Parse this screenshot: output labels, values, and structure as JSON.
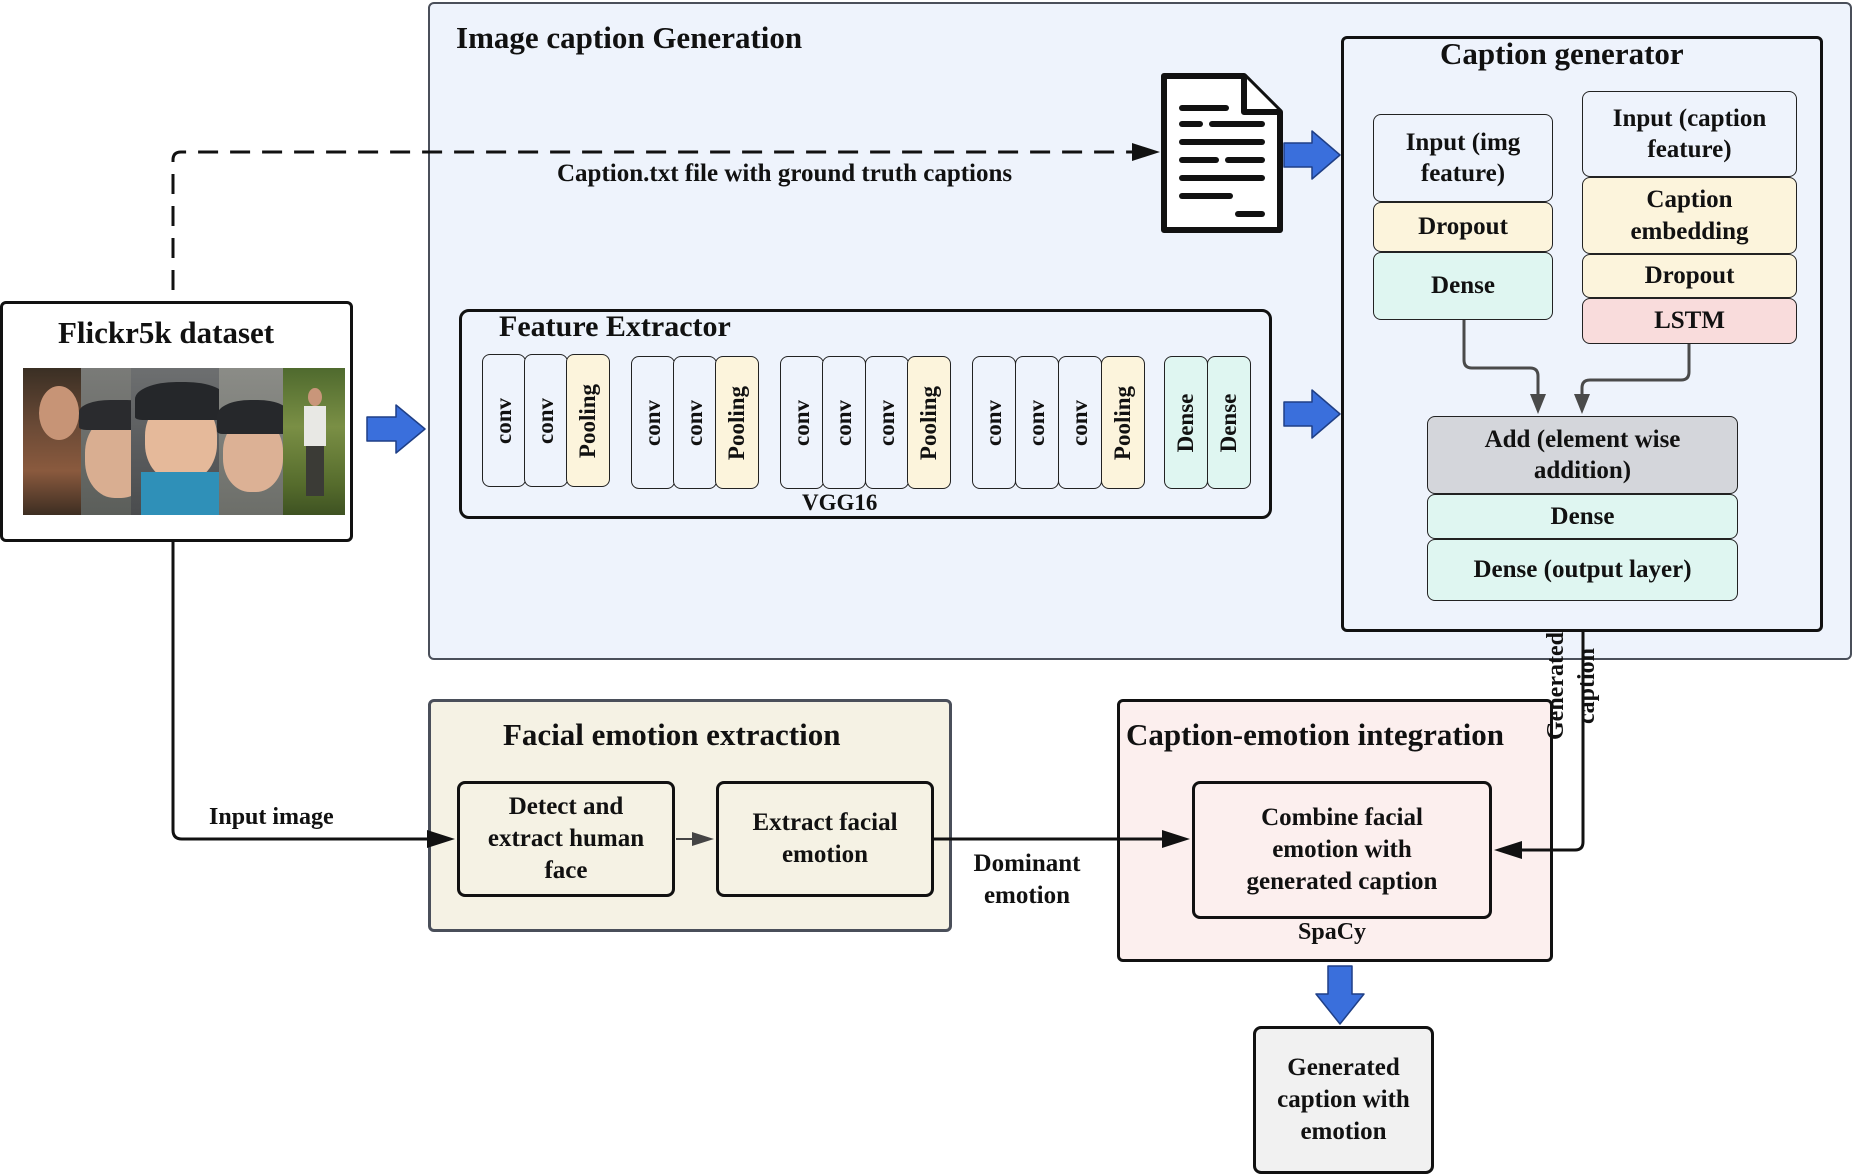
{
  "colors": {
    "main_panel_bg": "#eef3fc",
    "facial_panel_bg": "#f5f2e4",
    "integration_panel_bg": "#fcefee",
    "output_box_bg": "#f1f1f1",
    "conv_bg": "#eef3fc",
    "pooling_bg": "#fcf4dc",
    "dense_bg": "#dff6f1",
    "lstm_bg": "#f9dcdc",
    "add_bg": "#d4d6db",
    "arrow_blue": "#3a6fdc"
  },
  "dataset": {
    "title": "Flickr5k dataset"
  },
  "main_panel": {
    "title": "Image caption Generation",
    "caption_file_label": "Caption.txt file with ground truth captions",
    "document_icon": "document-icon"
  },
  "feature_extractor": {
    "title": "Feature Extractor",
    "footer": "VGG16",
    "blocks": [
      [
        "conv",
        "conv",
        "Pooling"
      ],
      [
        "conv",
        "conv",
        "Pooling"
      ],
      [
        "conv",
        "conv",
        "conv",
        "Pooling"
      ],
      [
        "conv",
        "conv",
        "conv",
        "Pooling"
      ],
      [
        "Dense",
        "Dense"
      ]
    ]
  },
  "caption_generator": {
    "title": "Caption generator",
    "img_branch": {
      "input": "Input (img feature)",
      "dropout": "Dropout",
      "dense": "Dense"
    },
    "caption_branch": {
      "input": "Input (caption feature)",
      "embedding": "Caption embedding",
      "dropout": "Dropout",
      "lstm": "LSTM"
    },
    "merge": {
      "add": "Add (element wise addition)",
      "dense": "Dense",
      "output": "Dense (output layer)"
    }
  },
  "facial_emotion": {
    "title": "Facial emotion extraction",
    "detect": "Detect and extract human face",
    "extract": "Extract facial emotion"
  },
  "integration": {
    "title": "Caption-emotion integration",
    "combine": "Combine facial emotion with generated caption",
    "tool": "SpaCy"
  },
  "output": {
    "label": "Generated caption with emotion"
  },
  "edge_labels": {
    "input_image": "Input image",
    "dominant_emotion": "Dominant emotion",
    "generated_caption": "Generated caption"
  }
}
